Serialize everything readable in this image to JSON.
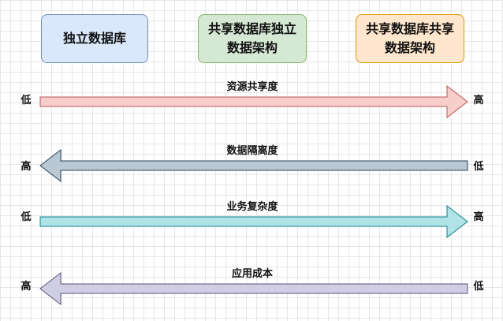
{
  "boxes": [
    {
      "lines": [
        "独立数据库"
      ],
      "fill": "#dae8fc",
      "stroke": "#6c8ebf"
    },
    {
      "lines": [
        "共享数据库独立",
        "数据架构"
      ],
      "fill": "#d5e8d4",
      "stroke": "#82b366"
    },
    {
      "lines": [
        "共享数据库共享",
        "数据架构"
      ],
      "fill": "#ffe6cc",
      "stroke": "#d79b00"
    }
  ],
  "arrows": [
    {
      "label": "资源共享度",
      "direction": "right",
      "left_end": "低",
      "right_end": "高",
      "fill": "#f8cecc",
      "stroke": "#b85450"
    },
    {
      "label": "数据隔离度",
      "direction": "left",
      "left_end": "高",
      "right_end": "低",
      "fill": "#bac8d3",
      "stroke": "#23445d"
    },
    {
      "label": "业务复杂度",
      "direction": "right",
      "left_end": "低",
      "right_end": "高",
      "fill": "#b0e3e6",
      "stroke": "#0e8088"
    },
    {
      "label": "应用成本",
      "direction": "left",
      "left_end": "高",
      "right_end": "低",
      "fill": "#d0cee2",
      "stroke": "#56517e"
    }
  ]
}
